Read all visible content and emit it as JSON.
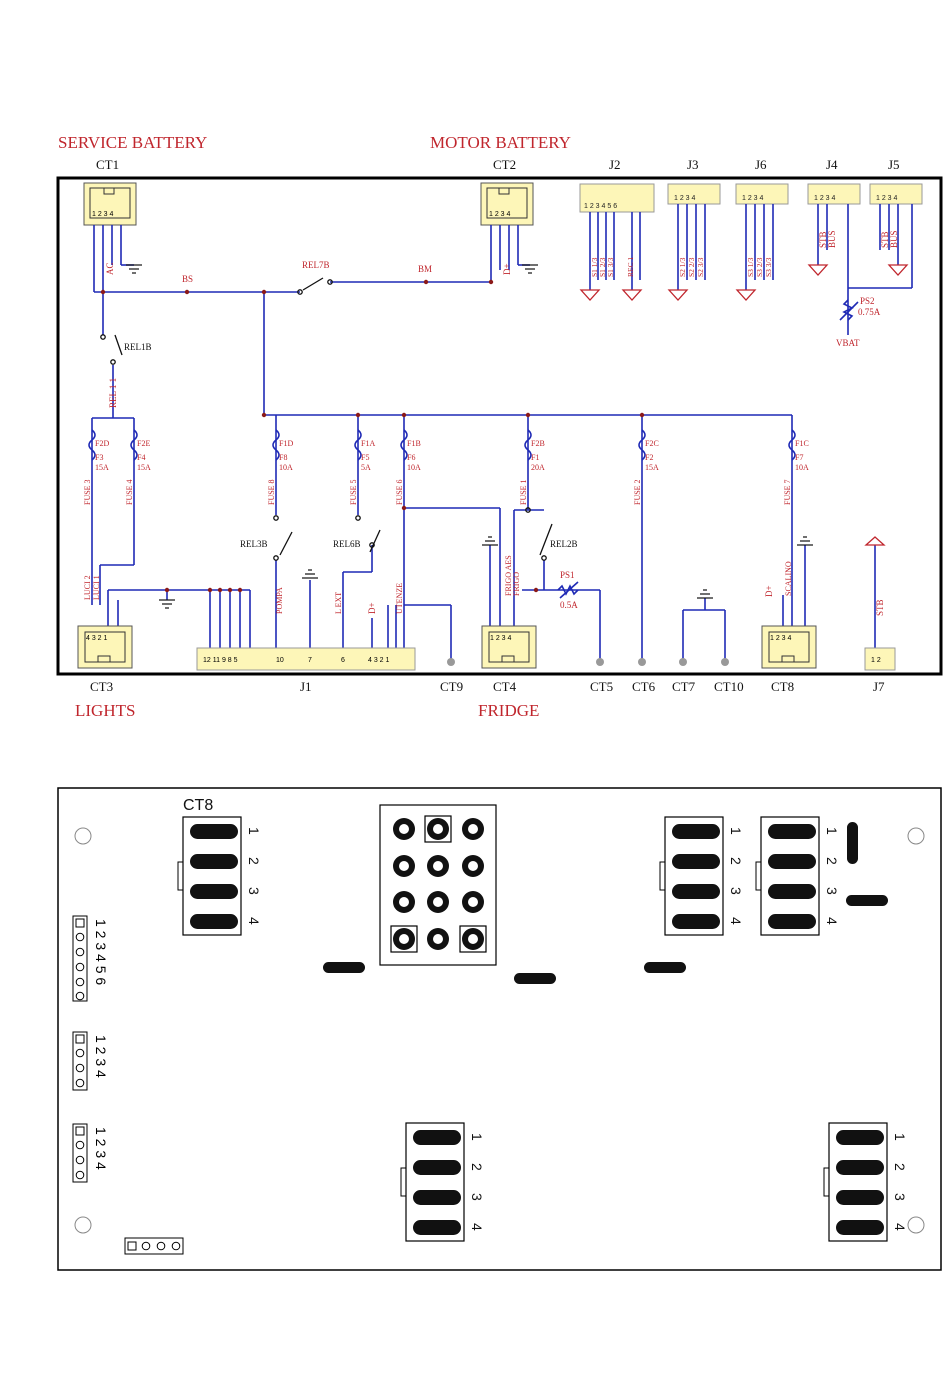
{
  "headings": {
    "service_battery": "SERVICE BATTERY",
    "motor_battery": "MOTOR BATTERY",
    "lights": "LIGHTS",
    "fridge": "FRIDGE"
  },
  "top_connectors": {
    "ct1": "CT1",
    "ct2": "CT2",
    "j2": "J2",
    "j3": "J3",
    "j6": "J6",
    "j4": "J4",
    "j5": "J5"
  },
  "bottom_connectors": {
    "ct3": "CT3",
    "j1": "J1",
    "ct9": "CT9",
    "ct4": "CT4",
    "ct5": "CT5",
    "ct6": "CT6",
    "ct7": "CT7",
    "ct10": "CT10",
    "ct8": "CT8",
    "j7": "J7"
  },
  "nets": {
    "ac": "AC",
    "bs": "BS",
    "bm": "BM",
    "d_plus": "D+",
    "vbat": "VBAT",
    "stb": "STB",
    "bus": "BUS"
  },
  "relays": {
    "rel7b": "REL7B",
    "rel1b": "REL1B",
    "rel_1_1": "REL 1 1",
    "rel3b": "REL3B",
    "rel6b": "REL6B",
    "rel2b": "REL2B"
  },
  "fuses": [
    {
      "id": "F2D",
      "ref": "F3",
      "rating": "15A",
      "name": "FUSE 3"
    },
    {
      "id": "F2E",
      "ref": "F4",
      "rating": "15A",
      "name": "FUSE 4"
    },
    {
      "id": "F1D",
      "ref": "F8",
      "rating": "10A",
      "name": "FUSE 8"
    },
    {
      "id": "F1A",
      "ref": "F5",
      "rating": "5A",
      "name": "FUSE 5"
    },
    {
      "id": "F1B",
      "ref": "F6",
      "rating": "10A",
      "name": "FUSE 6"
    },
    {
      "id": "F2B",
      "ref": "F1",
      "rating": "20A",
      "name": "FUSE 1"
    },
    {
      "id": "F2C",
      "ref": "F2",
      "rating": "15A",
      "name": "FUSE 2"
    },
    {
      "id": "F1C",
      "ref": "F7",
      "rating": "10A",
      "name": "FUSE 7"
    }
  ],
  "ptc": {
    "ps1": "PS1",
    "ps1_rating": "0.5A",
    "ps2": "PS2",
    "ps2_rating": "0.75A"
  },
  "wire_labels": {
    "luci1": "LUCI 1",
    "luci2": "LUCI 2",
    "pompa": "POMPA",
    "l_ext": "L EXT",
    "utenze": "UTENZE",
    "frigo_aes": "FRIGO AES",
    "frigo": "FRIGO",
    "scalino": "SCALINO",
    "j2_wires": [
      "S1 1/3",
      "S1 2/3",
      "S1 3/3",
      "REC 1"
    ],
    "j3_wires": [
      "S2 1/3",
      "S2 2/3",
      "S2 3/3"
    ],
    "j6_wires": [
      "S3 1/3",
      "S3 2/3",
      "S3 3/3"
    ]
  },
  "board": {
    "ct8_label": "CT8",
    "pin_numbers": [
      "1",
      "2",
      "3",
      "4"
    ],
    "header6_numbers": "1 2 3 4 5 6",
    "header4_numbers": "1 2 3 4"
  }
}
